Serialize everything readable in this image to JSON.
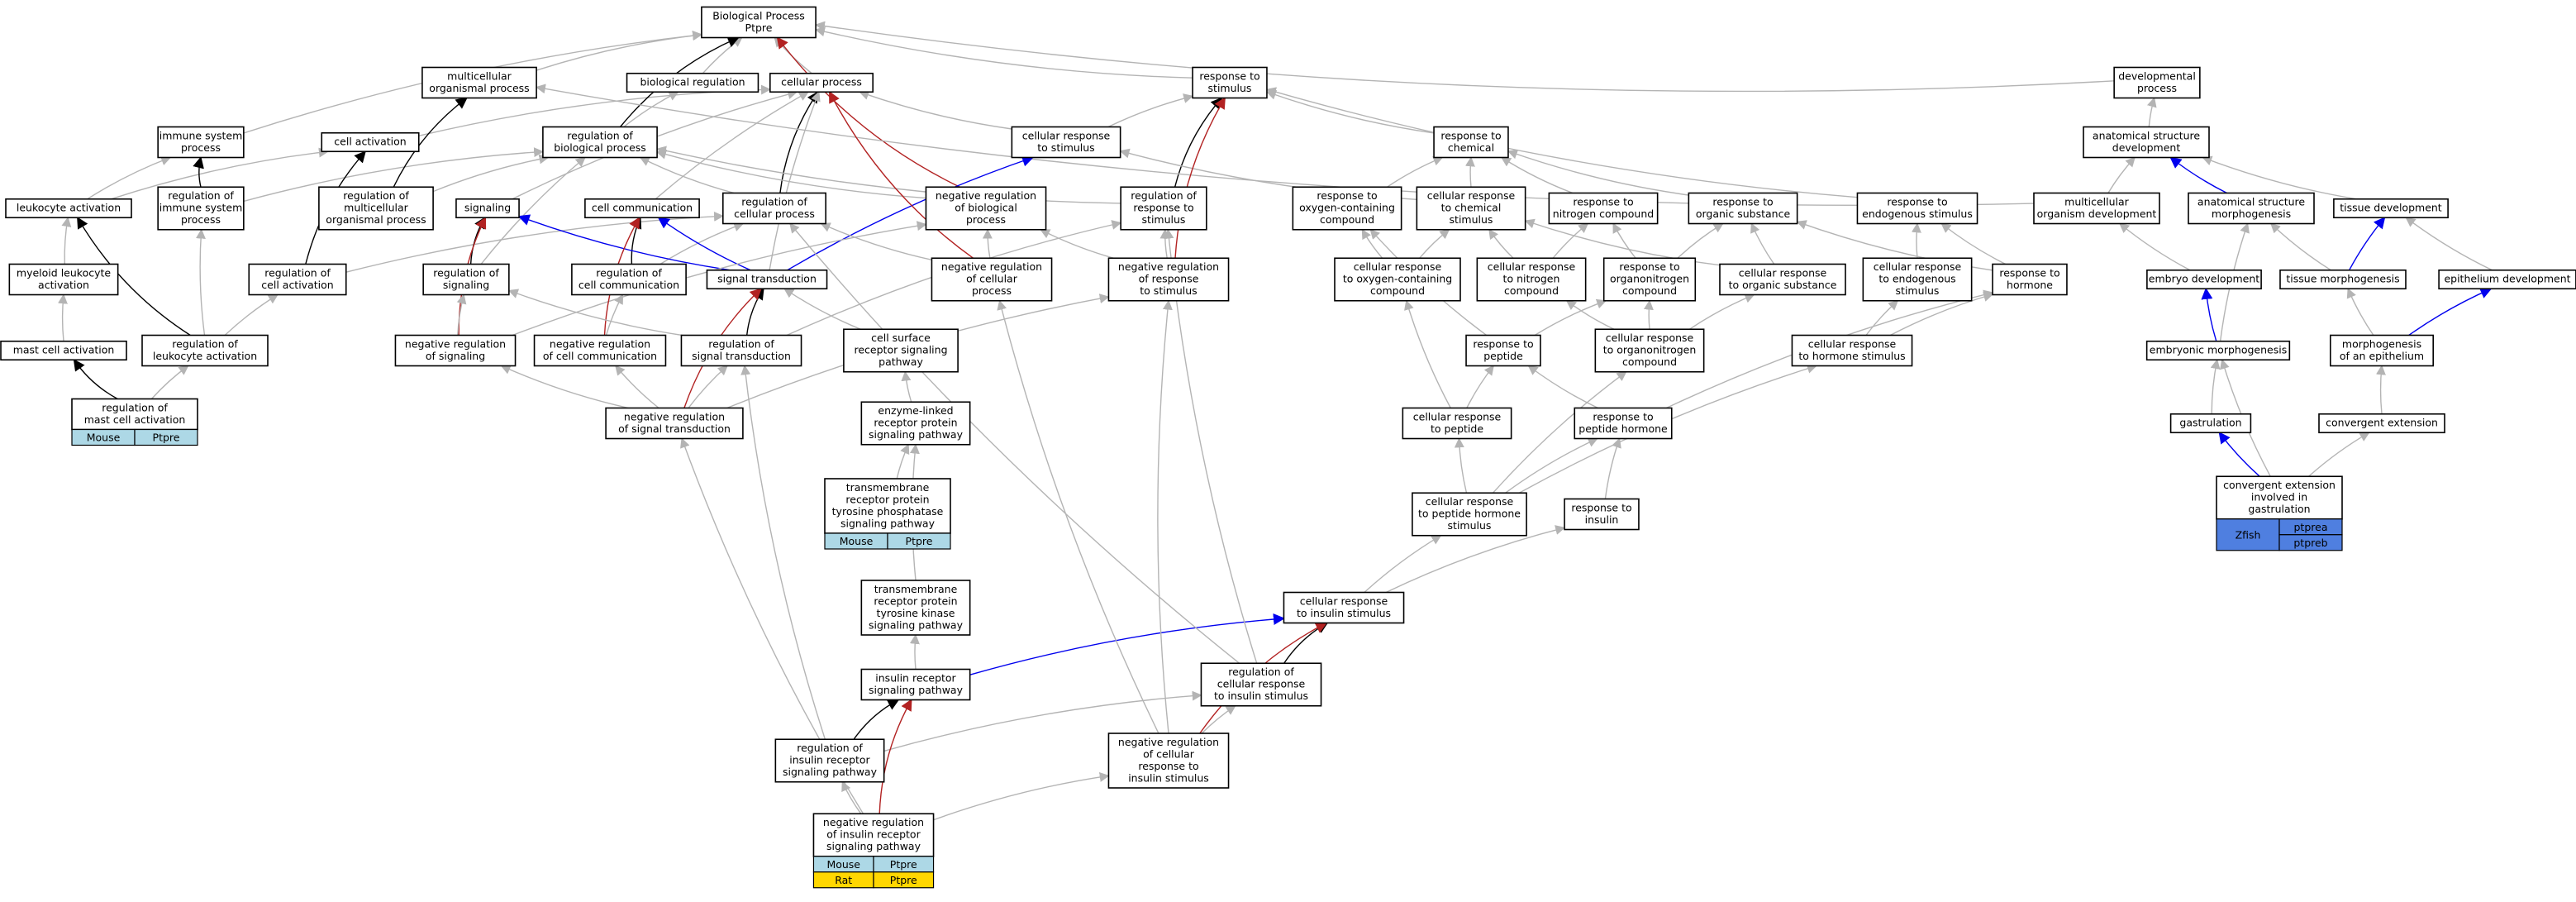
{
  "colors": {
    "is_a": "#b4b4b4",
    "part_of": "#000000",
    "positively_regulates": "#0000ee",
    "negatively_regulates": "#b22222",
    "mouse": "#add8e6",
    "rat": "#ffd700",
    "zfish": "#4f7fe0"
  },
  "nodes": {
    "bp": [
      "Biological Process",
      "Ptpre"
    ],
    "multicellular_org_process": [
      "multicellular",
      "organismal process"
    ],
    "biological_regulation": [
      "biological regulation"
    ],
    "cellular_process": [
      "cellular process"
    ],
    "response_to_stimulus": [
      "response to",
      "stimulus"
    ],
    "developmental_process": [
      "developmental",
      "process"
    ],
    "immune_system_process": [
      "immune system",
      "process"
    ],
    "cell_activation": [
      "cell activation"
    ],
    "regulation_of_bp": [
      "regulation of",
      "biological process"
    ],
    "cellular_response_to_stimulus": [
      "cellular response",
      "to stimulus"
    ],
    "response_to_chemical": [
      "response to",
      "chemical"
    ],
    "anatomical_structure_development": [
      "anatomical structure",
      "development"
    ],
    "leukocyte_activation": [
      "leukocyte activation"
    ],
    "regulation_of_immune_system_process": [
      "regulation of",
      "immune system",
      "process"
    ],
    "regulation_of_multicellular_org_process": [
      "regulation of",
      "multicellular",
      "organismal process"
    ],
    "signaling": [
      "signaling"
    ],
    "cell_communication": [
      "cell communication"
    ],
    "regulation_of_cellular_process": [
      "regulation of",
      "cellular process"
    ],
    "negative_regulation_of_bp": [
      "negative regulation",
      "of biological",
      "process"
    ],
    "regulation_of_response_to_stimulus": [
      "regulation of",
      "response to",
      "stimulus"
    ],
    "response_to_oxygen_containing_compound": [
      "response to",
      "oxygen-containing",
      "compound"
    ],
    "cellular_response_to_chemical_stimulus": [
      "cellular response",
      "to chemical",
      "stimulus"
    ],
    "response_to_nitrogen_compound": [
      "response to",
      "nitrogen compound"
    ],
    "response_to_organic_substance": [
      "response to",
      "organic substance"
    ],
    "response_to_endogenous_stimulus": [
      "response to",
      "endogenous stimulus"
    ],
    "multicellular_organism_development": [
      "multicellular",
      "organism development"
    ],
    "anatomical_structure_morphogenesis": [
      "anatomical structure",
      "morphogenesis"
    ],
    "tissue_development": [
      "tissue development"
    ],
    "myeloid_leukocyte_activation": [
      "myeloid leukocyte",
      "activation"
    ],
    "regulation_of_cell_activation": [
      "regulation of",
      "cell activation"
    ],
    "regulation_of_signaling": [
      "regulation of",
      "signaling"
    ],
    "regulation_of_cell_communication": [
      "regulation of",
      "cell communication"
    ],
    "signal_transduction": [
      "signal transduction"
    ],
    "negative_regulation_of_cellular_process": [
      "negative regulation",
      "of cellular",
      "process"
    ],
    "negative_regulation_of_response_to_stimulus": [
      "negative regulation",
      "of response",
      "to stimulus"
    ],
    "cellular_response_to_oxygen_containing_compound": [
      "cellular response",
      "to oxygen-containing",
      "compound"
    ],
    "cellular_response_to_nitrogen_compound": [
      "cellular response",
      "to nitrogen",
      "compound"
    ],
    "response_to_organonitrogen_compound": [
      "response to",
      "organonitrogen",
      "compound"
    ],
    "cellular_response_to_organic_substance": [
      "cellular response",
      "to organic substance"
    ],
    "cellular_response_to_endogenous_stimulus": [
      "cellular response",
      "to endogenous",
      "stimulus"
    ],
    "response_to_hormone": [
      "response to",
      "hormone"
    ],
    "embryo_development": [
      "embryo development"
    ],
    "tissue_morphogenesis": [
      "tissue morphogenesis"
    ],
    "epithelium_development": [
      "epithelium development"
    ],
    "mast_cell_activation": [
      "mast cell activation"
    ],
    "regulation_of_leukocyte_activation": [
      "regulation of",
      "leukocyte activation"
    ],
    "negative_regulation_of_signaling": [
      "negative regulation",
      "of signaling"
    ],
    "negative_regulation_of_cell_communication": [
      "negative regulation",
      "of cell communication"
    ],
    "regulation_of_signal_transduction": [
      "regulation of",
      "signal transduction"
    ],
    "cell_surface_receptor_signaling_pathway": [
      "cell surface",
      "receptor signaling",
      "pathway"
    ],
    "response_to_peptide": [
      "response to",
      "peptide"
    ],
    "cellular_response_to_organonitrogen_compound": [
      "cellular response",
      "to organonitrogen",
      "compound"
    ],
    "cellular_response_to_hormone_stimulus": [
      "cellular response",
      "to hormone stimulus"
    ],
    "embryonic_morphogenesis": [
      "embryonic morphogenesis"
    ],
    "morphogenesis_of_an_epithelium": [
      "morphogenesis",
      "of an epithelium"
    ],
    "regulation_of_mast_cell_activation": [
      "regulation of",
      "mast cell activation"
    ],
    "negative_regulation_of_signal_transduction": [
      "negative regulation",
      "of signal transduction"
    ],
    "enzyme_linked_receptor_protein_signaling_pathway": [
      "enzyme-linked",
      "receptor protein",
      "signaling pathway"
    ],
    "cellular_response_to_peptide": [
      "cellular response",
      "to peptide"
    ],
    "response_to_peptide_hormone": [
      "response to",
      "peptide hormone"
    ],
    "gastrulation": [
      "gastrulation"
    ],
    "convergent_extension": [
      "convergent extension"
    ],
    "transmembrane_rptp_signaling_pathway": [
      "transmembrane",
      "receptor protein",
      "tyrosine phosphatase",
      "signaling pathway"
    ],
    "convergent_extension_involved_in_gastrulation": [
      "convergent extension",
      "involved in",
      "gastrulation"
    ],
    "cellular_response_to_peptide_hormone_stimulus": [
      "cellular response",
      "to peptide hormone",
      "stimulus"
    ],
    "response_to_insulin": [
      "response to",
      "insulin"
    ],
    "transmembrane_rptk_signaling_pathway": [
      "transmembrane",
      "receptor protein",
      "tyrosine kinase",
      "signaling pathway"
    ],
    "cellular_response_to_insulin_stimulus": [
      "cellular response",
      "to insulin stimulus"
    ],
    "insulin_receptor_signaling_pathway": [
      "insulin receptor",
      "signaling pathway"
    ],
    "regulation_of_cellular_response_to_insulin_stimulus": [
      "regulation of",
      "cellular response",
      "to insulin stimulus"
    ],
    "regulation_of_insulin_receptor_signaling_pathway": [
      "regulation of",
      "insulin receptor",
      "signaling pathway"
    ],
    "negative_regulation_of_cellular_response_to_insulin_stimulus": [
      "negative regulation",
      "of cellular",
      "response to",
      "insulin stimulus"
    ],
    "negative_regulation_of_insulin_receptor_signaling_pathway": [
      "negative regulation",
      "of insulin receptor",
      "signaling pathway"
    ]
  },
  "annotations": {
    "mast": {
      "species": "Mouse",
      "gene": "Ptpre"
    },
    "rptp": {
      "species": "Mouse",
      "gene": "Ptpre"
    },
    "insulin_mouse": {
      "species": "Mouse",
      "gene": "Ptpre"
    },
    "insulin_rat": {
      "species": "Rat",
      "gene": "Ptpre"
    },
    "gastrulation": {
      "species": "Zfish",
      "genes": [
        "ptprea",
        "ptpreb"
      ]
    }
  }
}
